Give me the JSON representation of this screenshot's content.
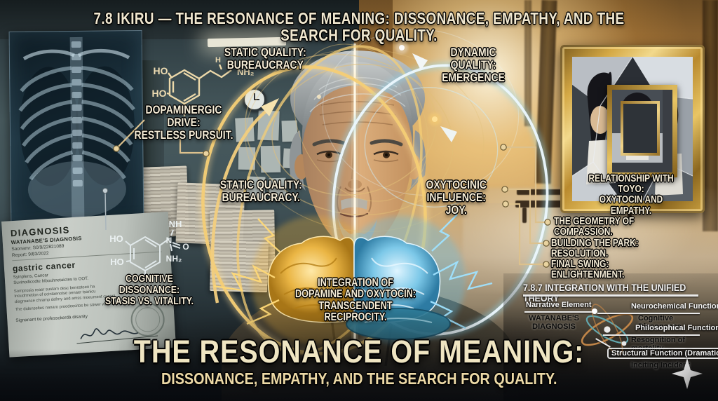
{
  "header": {
    "title": "7.8 IKIRU — THE RESONANCE OF MEANING: DISSONANCE, EMPATHY, AND THE SEARCH FOR QUALITY."
  },
  "labels": {
    "static_quality_top": "STATIC QUALITY:\nBUREAUCRACY",
    "dynamic_quality": "DYNAMIC QUALITY:\nEMERGENCE",
    "dopaminergic_drive": "DOPAMINERGIC DRIVE:\nRESTLESS PURSUIT.",
    "static_quality_mid": "STATIC QUALITY:\nBUREAUCRACY.",
    "oxytocinic_influence": "OXYTOCINIC\nINFLUENCE:\nJOY.",
    "relationship_toyo": "RELATIONSHIP WITH TOYO:\nOXYTOCIN AND EMPATHY.",
    "geometry_compassion": "THE GEOMETRY OF COMPASSION.",
    "building_park": "BUILDING THE PARK: RESOLUTION.",
    "final_swing": "FINAL SWING: ENLIGHTENMENT.",
    "cognitive_dissonance": "COGNITIVE DISSONANCE:\nSTASIS VS. VITALITY.",
    "integration": "INTEGRATION OF\nDOPAMINE AND OXYTOCIN:\nTRANSCENDENT RECIPROCITY."
  },
  "document": {
    "title": "DIAGNOSIS",
    "subtitle": "WATANABE'S DIAGNOSIS",
    "ref1": "Saonamr:  S0/9/22821089",
    "ref2": "Report:   9/83/2022",
    "diagnosis": "gastric cancer",
    "line1": "Syinplens, Cancar",
    "line2": "Suvinodicodte hibouhnetaictes to OOT.",
    "body1": "Somprosia reaer sustam desc benestoeo ha",
    "body2": "Inoudrmetion of ocintaenotse oenaer tsanicu",
    "body3": "diagroance chramp dafrny and amss moeument cuconi",
    "body4": "The didenseltes nanaro proodeecitos be süwer walv then cotect ratemnild",
    "sign_label": "Signanant tie professckerdá disanity"
  },
  "molecules": {
    "dopamine": {
      "ho1": "HO",
      "ho2": "HO",
      "h": "H",
      "nh2": "NH₂"
    },
    "second": {
      "ho1": "HO",
      "ho2": "HO",
      "nh": "NH",
      "n": "N",
      "o": "O",
      "nh2": "NH₂"
    }
  },
  "unified_theory": {
    "title": "7.8.7 INTEGRATION WITH THE UNIFIED THEORY",
    "left_heading": "Narrative Element",
    "left_value": "WATANABE'S\nDIAGNOSIS",
    "rows": [
      {
        "heading": "Neurochemical Function",
        "value": "Cognitive Dissonance"
      },
      {
        "heading": "Philosophical Function",
        "value": "Resognition of mortality"
      },
      {
        "heading": "Structural Function (Dramatica)",
        "value": "Inciting Incident"
      }
    ]
  },
  "footer": {
    "title": "THE RESONANCE OF MEANING:",
    "subtitle": "DISSONANCE, EMPATHY, AND THE SEARCH FOR QUALITY."
  },
  "icons": {
    "atom": "atom-icon",
    "sparkle": "four-point-star-icon"
  },
  "colors": {
    "gold_arc": "#f2cb72",
    "blue_arc": "#8fd9f4",
    "label_cream": "#f6edd7",
    "frame_gold": "#d4a845",
    "atom_orange": "#c08548",
    "atom_teal": "#62a7ae"
  }
}
